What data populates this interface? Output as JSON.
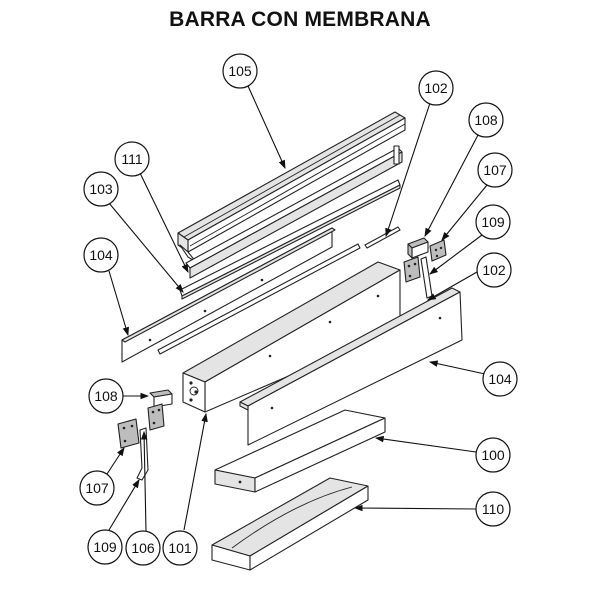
{
  "title": "BARRA CON MEMBRANA",
  "callouts": [
    {
      "id": "c105",
      "label": "105"
    },
    {
      "id": "c102a",
      "label": "102"
    },
    {
      "id": "c108a",
      "label": "108"
    },
    {
      "id": "c111",
      "label": "111"
    },
    {
      "id": "c107a",
      "label": "107"
    },
    {
      "id": "c103",
      "label": "103"
    },
    {
      "id": "c109a",
      "label": "109"
    },
    {
      "id": "c104a",
      "label": "104"
    },
    {
      "id": "c102b",
      "label": "102"
    },
    {
      "id": "c104b",
      "label": "104"
    },
    {
      "id": "c108b",
      "label": "108"
    },
    {
      "id": "c100",
      "label": "100"
    },
    {
      "id": "c107b",
      "label": "107"
    },
    {
      "id": "c110",
      "label": "110"
    },
    {
      "id": "c109b",
      "label": "109"
    },
    {
      "id": "c106",
      "label": "106"
    },
    {
      "id": "c101",
      "label": "101"
    }
  ]
}
